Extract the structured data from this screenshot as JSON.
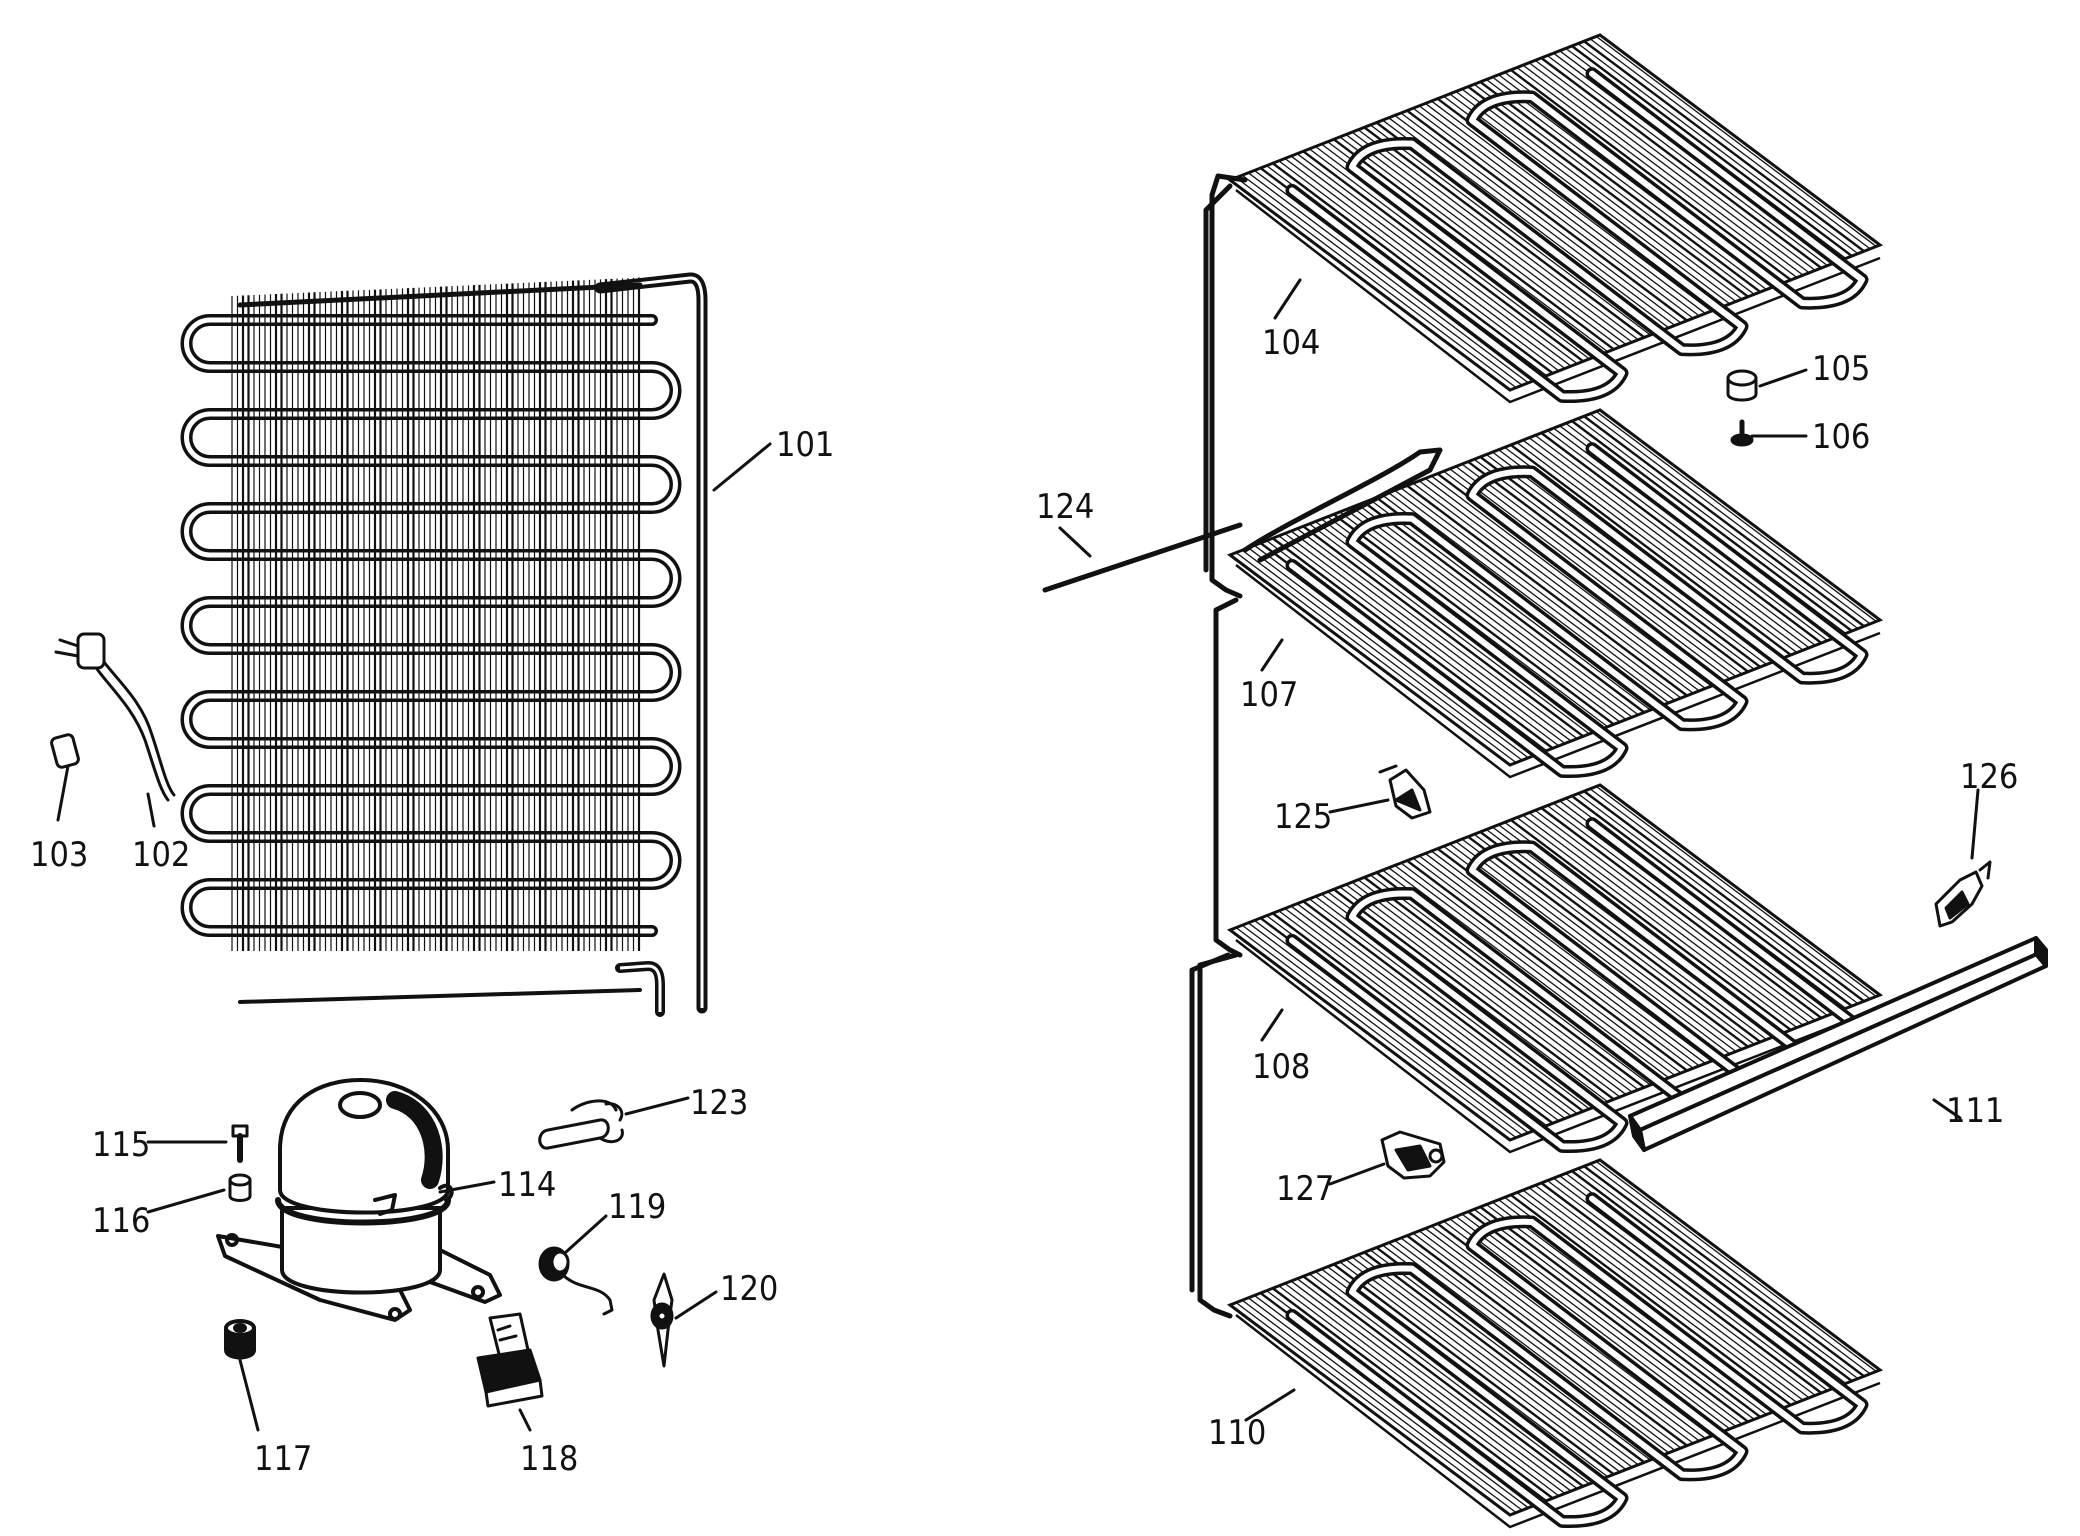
{
  "diagram": {
    "callouts": [
      {
        "id": "101",
        "label": "101"
      },
      {
        "id": "102",
        "label": "102"
      },
      {
        "id": "103",
        "label": "103"
      },
      {
        "id": "104",
        "label": "104"
      },
      {
        "id": "105",
        "label": "105"
      },
      {
        "id": "106",
        "label": "106"
      },
      {
        "id": "107",
        "label": "107"
      },
      {
        "id": "108",
        "label": "108"
      },
      {
        "id": "110",
        "label": "110"
      },
      {
        "id": "111",
        "label": "111"
      },
      {
        "id": "114",
        "label": "114"
      },
      {
        "id": "115",
        "label": "115"
      },
      {
        "id": "116",
        "label": "116"
      },
      {
        "id": "117",
        "label": "117"
      },
      {
        "id": "118",
        "label": "118"
      },
      {
        "id": "119",
        "label": "119"
      },
      {
        "id": "120",
        "label": "120"
      },
      {
        "id": "123",
        "label": "123"
      },
      {
        "id": "124",
        "label": "124"
      },
      {
        "id": "125",
        "label": "125"
      },
      {
        "id": "126",
        "label": "126"
      },
      {
        "id": "127",
        "label": "127"
      }
    ],
    "colors": {
      "ink": "#111111",
      "background": "#ffffff"
    }
  }
}
